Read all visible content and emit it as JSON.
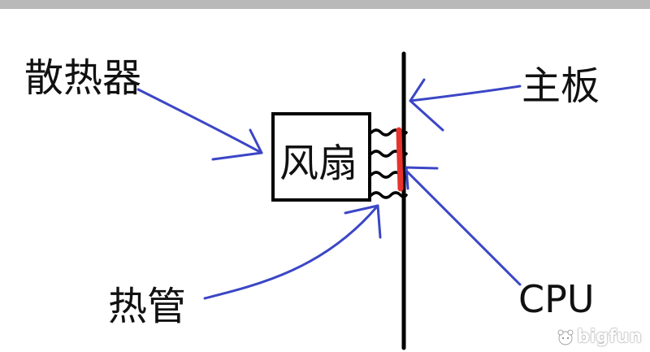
{
  "labels": {
    "heatsink": "散热器",
    "fan": "风扇",
    "heatpipe": "热管",
    "motherboard": "主板",
    "cpu": "CPU"
  },
  "watermark": {
    "text": "bigfun"
  },
  "colors": {
    "arrow": "#3b46c6",
    "cpu": "#e8322c",
    "line": "#000000",
    "top_bar": "#b9b9b9"
  }
}
